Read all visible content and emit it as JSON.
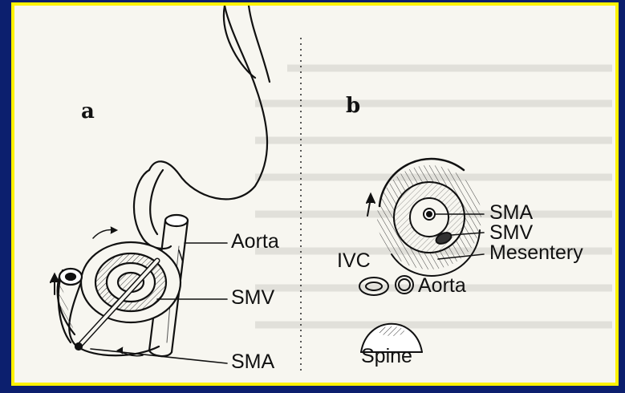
{
  "panels": [
    {
      "letter": "a",
      "labels": {
        "aorta": "Aorta",
        "smv": "SMV",
        "sma": "SMA"
      }
    },
    {
      "letter": "b",
      "labels": {
        "sma": "SMA",
        "smv": "SMV",
        "mesentery": "Mesentery",
        "ivc": "IVC",
        "aorta": "Aorta",
        "spine": "Spine"
      }
    }
  ],
  "colors": {
    "background": "#0c1f6e",
    "border": "#fff200",
    "paper": "#f7f6f0",
    "ink": "#111111"
  }
}
